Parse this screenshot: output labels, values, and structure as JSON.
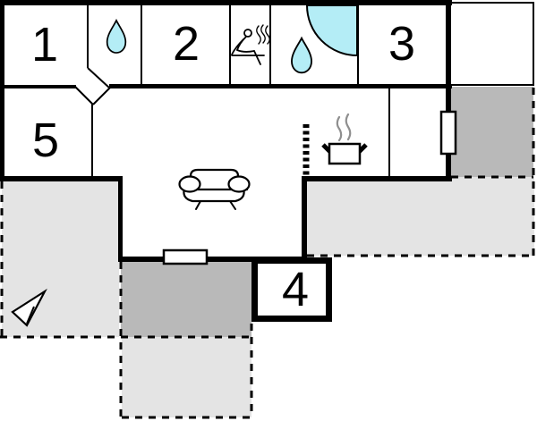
{
  "floorplan": {
    "rooms": {
      "room1": {
        "label": "1"
      },
      "room2": {
        "label": "2"
      },
      "room3": {
        "label": "3"
      },
      "room4": {
        "label": "4"
      },
      "room5": {
        "label": "5"
      }
    },
    "icons": [
      {
        "name": "water-drop-icon",
        "meaning": "water/bathroom"
      },
      {
        "name": "sauna-icon",
        "meaning": "sauna"
      },
      {
        "name": "water-drop-icon",
        "meaning": "water/bathroom"
      },
      {
        "name": "shower-corner-icon",
        "meaning": "corner shower"
      },
      {
        "name": "cooking-pot-icon",
        "meaning": "kitchen"
      },
      {
        "name": "sofa-icon",
        "meaning": "living room"
      },
      {
        "name": "north-arrow-icon",
        "meaning": "orientation arrow"
      },
      {
        "name": "window-symbol",
        "meaning": "window"
      },
      {
        "name": "door-symbol",
        "meaning": "door/window opening"
      }
    ],
    "colors": {
      "wall": "#000000",
      "water_feature": "#b4edf6",
      "terrace_light": "#e4e4e4",
      "terrace_dark": "#b9b9b9",
      "background": "#ffffff"
    }
  }
}
